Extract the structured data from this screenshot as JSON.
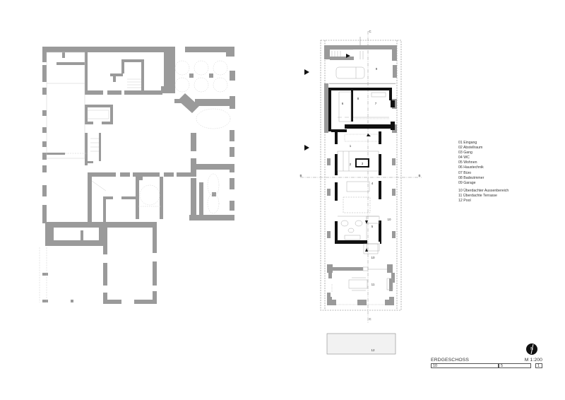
{
  "drawing": {
    "title": "ERDGESCHOSS",
    "scale": "M 1:200",
    "north_label": "N",
    "scalebar": [
      {
        "label": "10"
      },
      {
        "label": "5"
      },
      {
        "label": "1"
      }
    ]
  },
  "legend": {
    "items": [
      {
        "num": "01",
        "label": "Eingang"
      },
      {
        "num": "02",
        "label": "Abstellraum"
      },
      {
        "num": "03",
        "label": "Gang"
      },
      {
        "num": "04",
        "label": "WC"
      },
      {
        "num": "05",
        "label": "Wohnen"
      },
      {
        "num": "06",
        "label": "Haustechnik"
      },
      {
        "num": "07",
        "label": "Büro"
      },
      {
        "num": "08",
        "label": "Badezimmer"
      },
      {
        "num": "09",
        "label": "Garage"
      }
    ],
    "items_exterior": [
      {
        "num": "10",
        "label": "Überdachter Aussenbereich"
      },
      {
        "num": "11",
        "label": "Überdachte Terrasse"
      },
      {
        "num": "12",
        "label": "Pool"
      }
    ]
  },
  "plan_labels": {
    "room_1": "1",
    "room_2": "2",
    "room_3": "3",
    "room_4": "4",
    "room_5": "5",
    "room_6": "6",
    "room_7": "7",
    "room_8": "8",
    "room_9": "9",
    "room_10": "10",
    "room_11": "11",
    "room_12": "12",
    "section_c_top": "C",
    "section_c_bottom": "C",
    "section_b_left": "B",
    "section_b_right": "B"
  },
  "colors": {
    "existing_wall": "#9a9a9a",
    "new_wall": "#111111",
    "pool_fill": "#f2f2f2",
    "dashed_line": "#888888"
  }
}
